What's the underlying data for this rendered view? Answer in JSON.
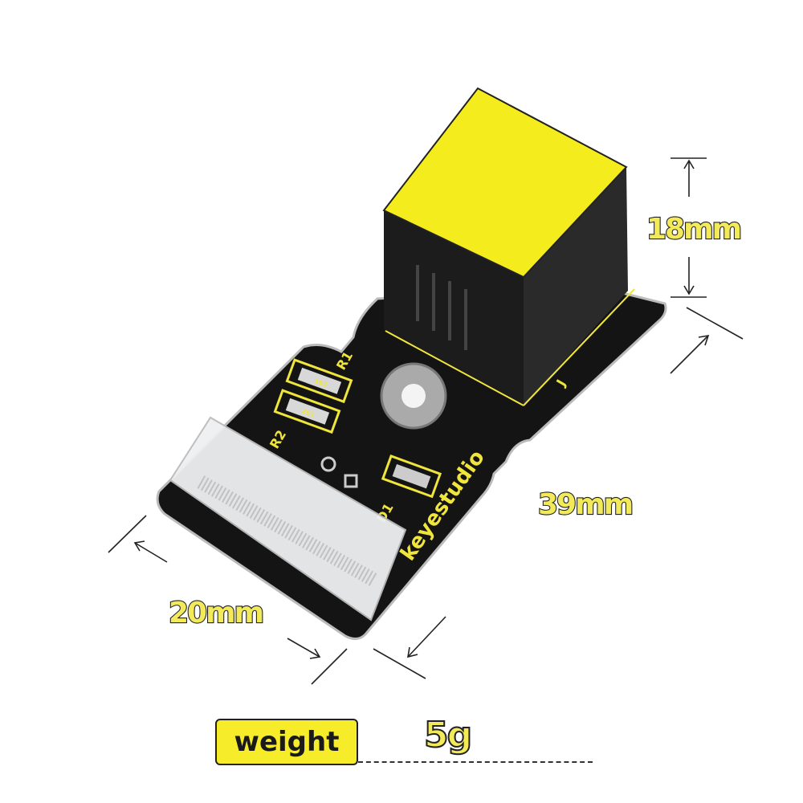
{
  "dimensions": {
    "height": "18mm",
    "length": "39mm",
    "width": "20mm"
  },
  "weight": {
    "label": "weight",
    "value": "5g"
  },
  "silkscreen": {
    "r1": "R1",
    "r2": "R2",
    "r1_code": "103",
    "r2_code": "201",
    "d1": "D1",
    "jack": "J",
    "brand": "keyestudio"
  },
  "colors": {
    "board": "#141414",
    "silkscreen": "#f0e53c",
    "jack_top": "#f5ec1e",
    "label": "#f3ea5a"
  }
}
